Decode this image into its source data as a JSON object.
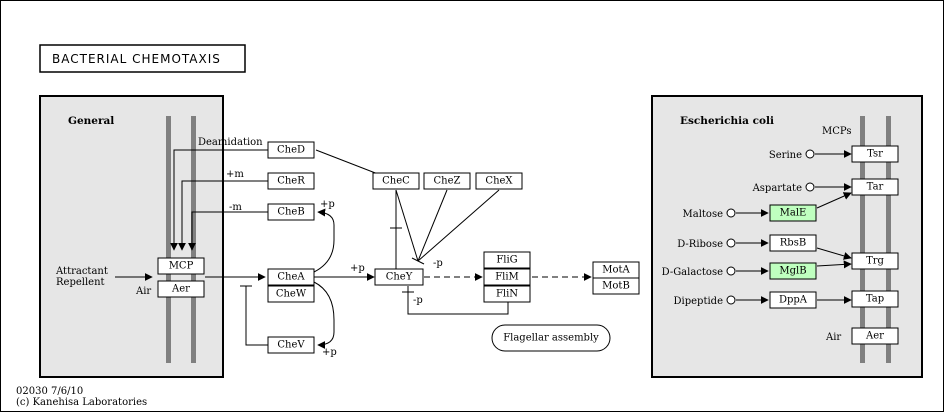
{
  "title": "BACTERIAL  CHEMOTAXIS",
  "panels": {
    "general": "General",
    "ecoli": "Escherichia coli"
  },
  "footer": {
    "map_id": "02030 7/6/10",
    "copyright": "(c) Kanehisa Laboratories"
  },
  "nodes": {
    "mcp": "MCP",
    "aer_general": "Aer",
    "ched": "CheD",
    "cher": "CheR",
    "cheb": "CheB",
    "chea": "CheA",
    "chew": "CheW",
    "chev": "CheV",
    "chec": "CheC",
    "chez": "CheZ",
    "chex": "CheX",
    "chey": "CheY",
    "flig": "FliG",
    "flim": "FliM",
    "flin": "FliN",
    "mota": "MotA",
    "motb": "MotB",
    "tsr": "Tsr",
    "tar": "Tar",
    "male": "MalE",
    "rbsb": "RbsB",
    "trg": "Trg",
    "mglb": "MglB",
    "dppa": "DppA",
    "tap": "Tap",
    "aer_ecoli": "Aer",
    "flagellar_assembly": "Flagellar assembly"
  },
  "labels": {
    "deamidation": "Deamidation",
    "plus_m": "+m",
    "minus_m": "-m",
    "plus_p_cheb": "+p",
    "plus_p_chey": "+p",
    "minus_p_chez": "-p",
    "minus_p_chey": "-p",
    "plus_p_chev": "+p",
    "attractant": "Attractant",
    "repellent": "Repellent",
    "air_general": "Air",
    "mcps": "MCPs",
    "air_ecoli": "Air"
  },
  "ligands": {
    "serine": "Serine",
    "aspartate": "Aspartate",
    "maltose": "Maltose",
    "d_ribose": "D-Ribose",
    "d_galactose": "D-Galactose",
    "dipeptide": "Dipeptide"
  },
  "colors": {
    "highlight": "#bfffbf",
    "panel_fill": "#e6e6e6",
    "membrane": "#808080"
  }
}
